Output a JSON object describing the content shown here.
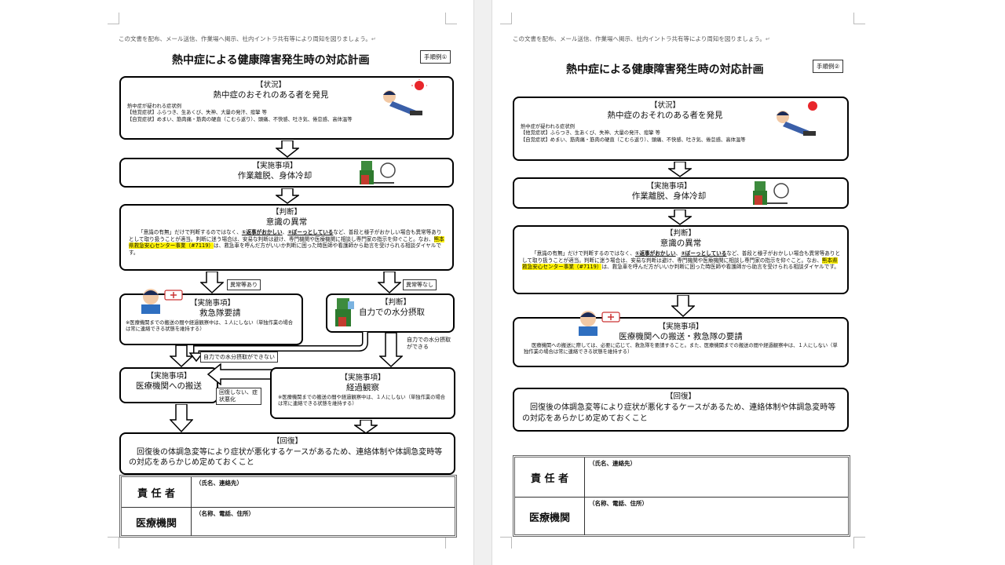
{
  "notice": "この文書を配布、メール送信、作業場へ掲示、社内イントラ共有等により周知を図りましょう。",
  "para_mark": "↵",
  "left": {
    "title": "熱中症による健康障害発生時の対応計画",
    "tag": "手順例①",
    "status": {
      "head": "【状況】",
      "sub": "熱中症のおそれのある者を発見",
      "l1": "熱中症が疑われる症状例",
      "l2": "【他覚症状】ふらつき、生あくび、失神、大量の発汗、痙攣 等",
      "l3": "【自覚症状】めまい、筋肉痛・筋肉の硬直（こむら返り）、頭痛、不快感、吐き気、倦怠感、高体温等"
    },
    "action1": {
      "head": "【実施事項】",
      "sub": "作業離脱、身体冷却"
    },
    "judge": {
      "head": "【判断】",
      "sub": "意識の異常",
      "t1": "「意識の有無」だけで判断するのではなく、",
      "t2": "①返事がおかしい",
      "t3": "②ぼーっとしている",
      "t4": "など、普段と様子がおかしい場合も異常等ありとして取り扱うことが適当。判断に迷う場合は、安易な判断は避け、専門機関や医療機関に相談し専門家の指示を仰ぐこと。なお、",
      "t5": "熊本県救急安心センター事業（#7119）",
      "t6": "は、救急車を呼んだ方がいいか判断に困った時医師や看護師から助言を受けられる相談ダイヤルです。"
    },
    "label_abnormal": "異常等あり",
    "label_normal": "異常等なし",
    "ambulance": {
      "head": "【実施事項】",
      "sub": "救急隊要請",
      "t1": "※医療機関までの搬送の間や経過観察中は、１人にしない（単独作業の場合は常に連絡できる状態を維持する）"
    },
    "judge2": {
      "head": "【判断】",
      "sub": "自力での水分摂取"
    },
    "label_cannot": "自力での水分摂取ができない",
    "label_can": "自力での水分摂取ができる",
    "transport": {
      "head": "【実施事項】",
      "sub": "医療機関への搬送"
    },
    "observe": {
      "head": "【実施事項】",
      "sub": "経過観察",
      "t1": "※医療機関までの搬送の間や経過観察中は、１人にしない（単独作業の場合は常に連絡できる状態を維持する）"
    },
    "label_worse": "回復しない、症状悪化",
    "recovery": {
      "head": "【回復】",
      "t1": "回復後の体調急変等により症状が悪化するケースがあるため、連絡体制や体調急変時等の対応をあらかじめ定めておくこと"
    },
    "table": {
      "r1_label": "責 任 者",
      "r1_hint": "（氏名、連絡先）",
      "r2_label": "医療機関",
      "r2_hint": "（名称、電話、住所）"
    }
  },
  "right": {
    "title": "熱中症による健康障害発生時の対応計画",
    "tag": "手順例②",
    "status": {
      "head": "【状況】",
      "sub": "熱中症のおそれのある者を発見",
      "l1": "熱中症が疑われる症状例",
      "l2": "【他覚症状】ふらつき、生あくび、失神、大量の発汗、痙攣 等",
      "l3": "【自覚症状】めまい、筋肉痛・筋肉の硬直（こむら返り）、頭痛、不快感、吐き気、倦怠感、高体温等"
    },
    "action1": {
      "head": "【実施事項】",
      "sub": "作業離脱、身体冷却"
    },
    "judge": {
      "head": "【判断】",
      "sub": "意識の異常",
      "t1": "「意識の有無」だけで判断するのではなく、",
      "t2": "①返事がおかしい",
      "t3": "②ぼーっとしている",
      "t4": "など、普段と様子がおかしい場合も異常等ありとして取り扱うことが適当。判断に迷う場合は、安易な判断は避け、専門機関や医療機関に相談し専門家の指示を仰ぐこと。なお、",
      "t5": "熊本県救急安心センター事業（#7119）",
      "t6": "は、救急車を呼んだ方がいいか判断に困った時医師や看護師から助言を受けられる相談ダイヤルです。"
    },
    "transport": {
      "head": "【実施事項】",
      "sub": "医療機関への搬送・救急隊の要請",
      "t1": "医療機関への搬送に際しては、必要に応じて、救急隊を要請すること。また、医療機関までの搬送の間や経過観察中は、１人にしない（単独作業の場合は常に連絡できる状態を維持する）"
    },
    "recovery": {
      "head": "【回復】",
      "t1": "回復後の体調急変等により症状が悪化するケースがあるため、連絡体制や体調急変時等の対応をあらかじめ定めておくこと"
    },
    "table": {
      "r1_label": "責 任 者",
      "r1_hint": "（氏名、連絡先）",
      "r2_label": "医療機関",
      "r2_hint": "（名称、電話、住所）"
    }
  }
}
